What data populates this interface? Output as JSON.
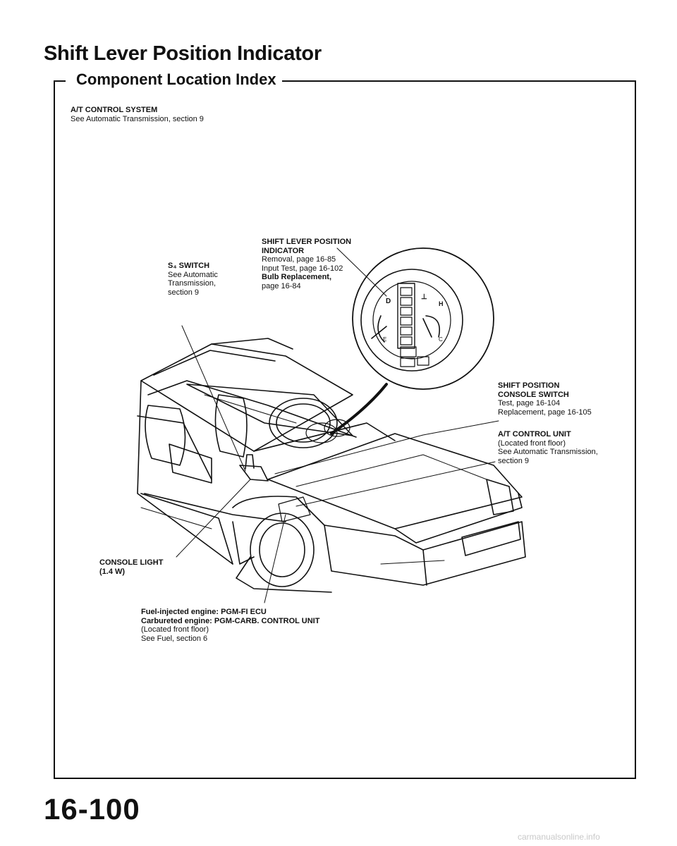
{
  "header": {
    "title": "Shift Lever Position Indicator",
    "subtitle": "Component Location Index"
  },
  "labels": {
    "at_control_system": {
      "heading": "A/T CONTROL SYSTEM",
      "line1": "See Automatic Transmission, section 9"
    },
    "s4_switch": {
      "heading": "S₄ SWITCH",
      "line1": "See Automatic",
      "line2": "Transmission,",
      "line3": "section 9"
    },
    "shift_lever_indicator": {
      "heading1": "SHIFT LEVER POSITION",
      "heading2": "INDICATOR",
      "line1": "Removal, page 16-85",
      "line2": "Input Test, page 16-102",
      "line3": "Bulb Replacement,",
      "line4": "page 16-84"
    },
    "shift_position_console_switch": {
      "heading1": "SHIFT POSITION",
      "heading2": "CONSOLE SWITCH",
      "line1": "Test, page 16-104",
      "line2": "Replacement, page 16-105"
    },
    "at_control_unit": {
      "heading": "A/T CONTROL UNIT",
      "line1": "(Located front floor)",
      "line2": "See Automatic Transmission,",
      "line3": "section 9"
    },
    "console_light": {
      "heading1": "CONSOLE LIGHT",
      "heading2": "(1.4 W)"
    },
    "ecu": {
      "line1": "Fuel-injected engine: PGM-FI ECU",
      "line2": "Carbureted engine: PGM-CARB. CONTROL UNIT",
      "line3": "(Located front floor)",
      "line4": "See Fuel, section 6"
    }
  },
  "footer": {
    "page_number": "16-100",
    "watermark": "carmanualsonline.info"
  }
}
